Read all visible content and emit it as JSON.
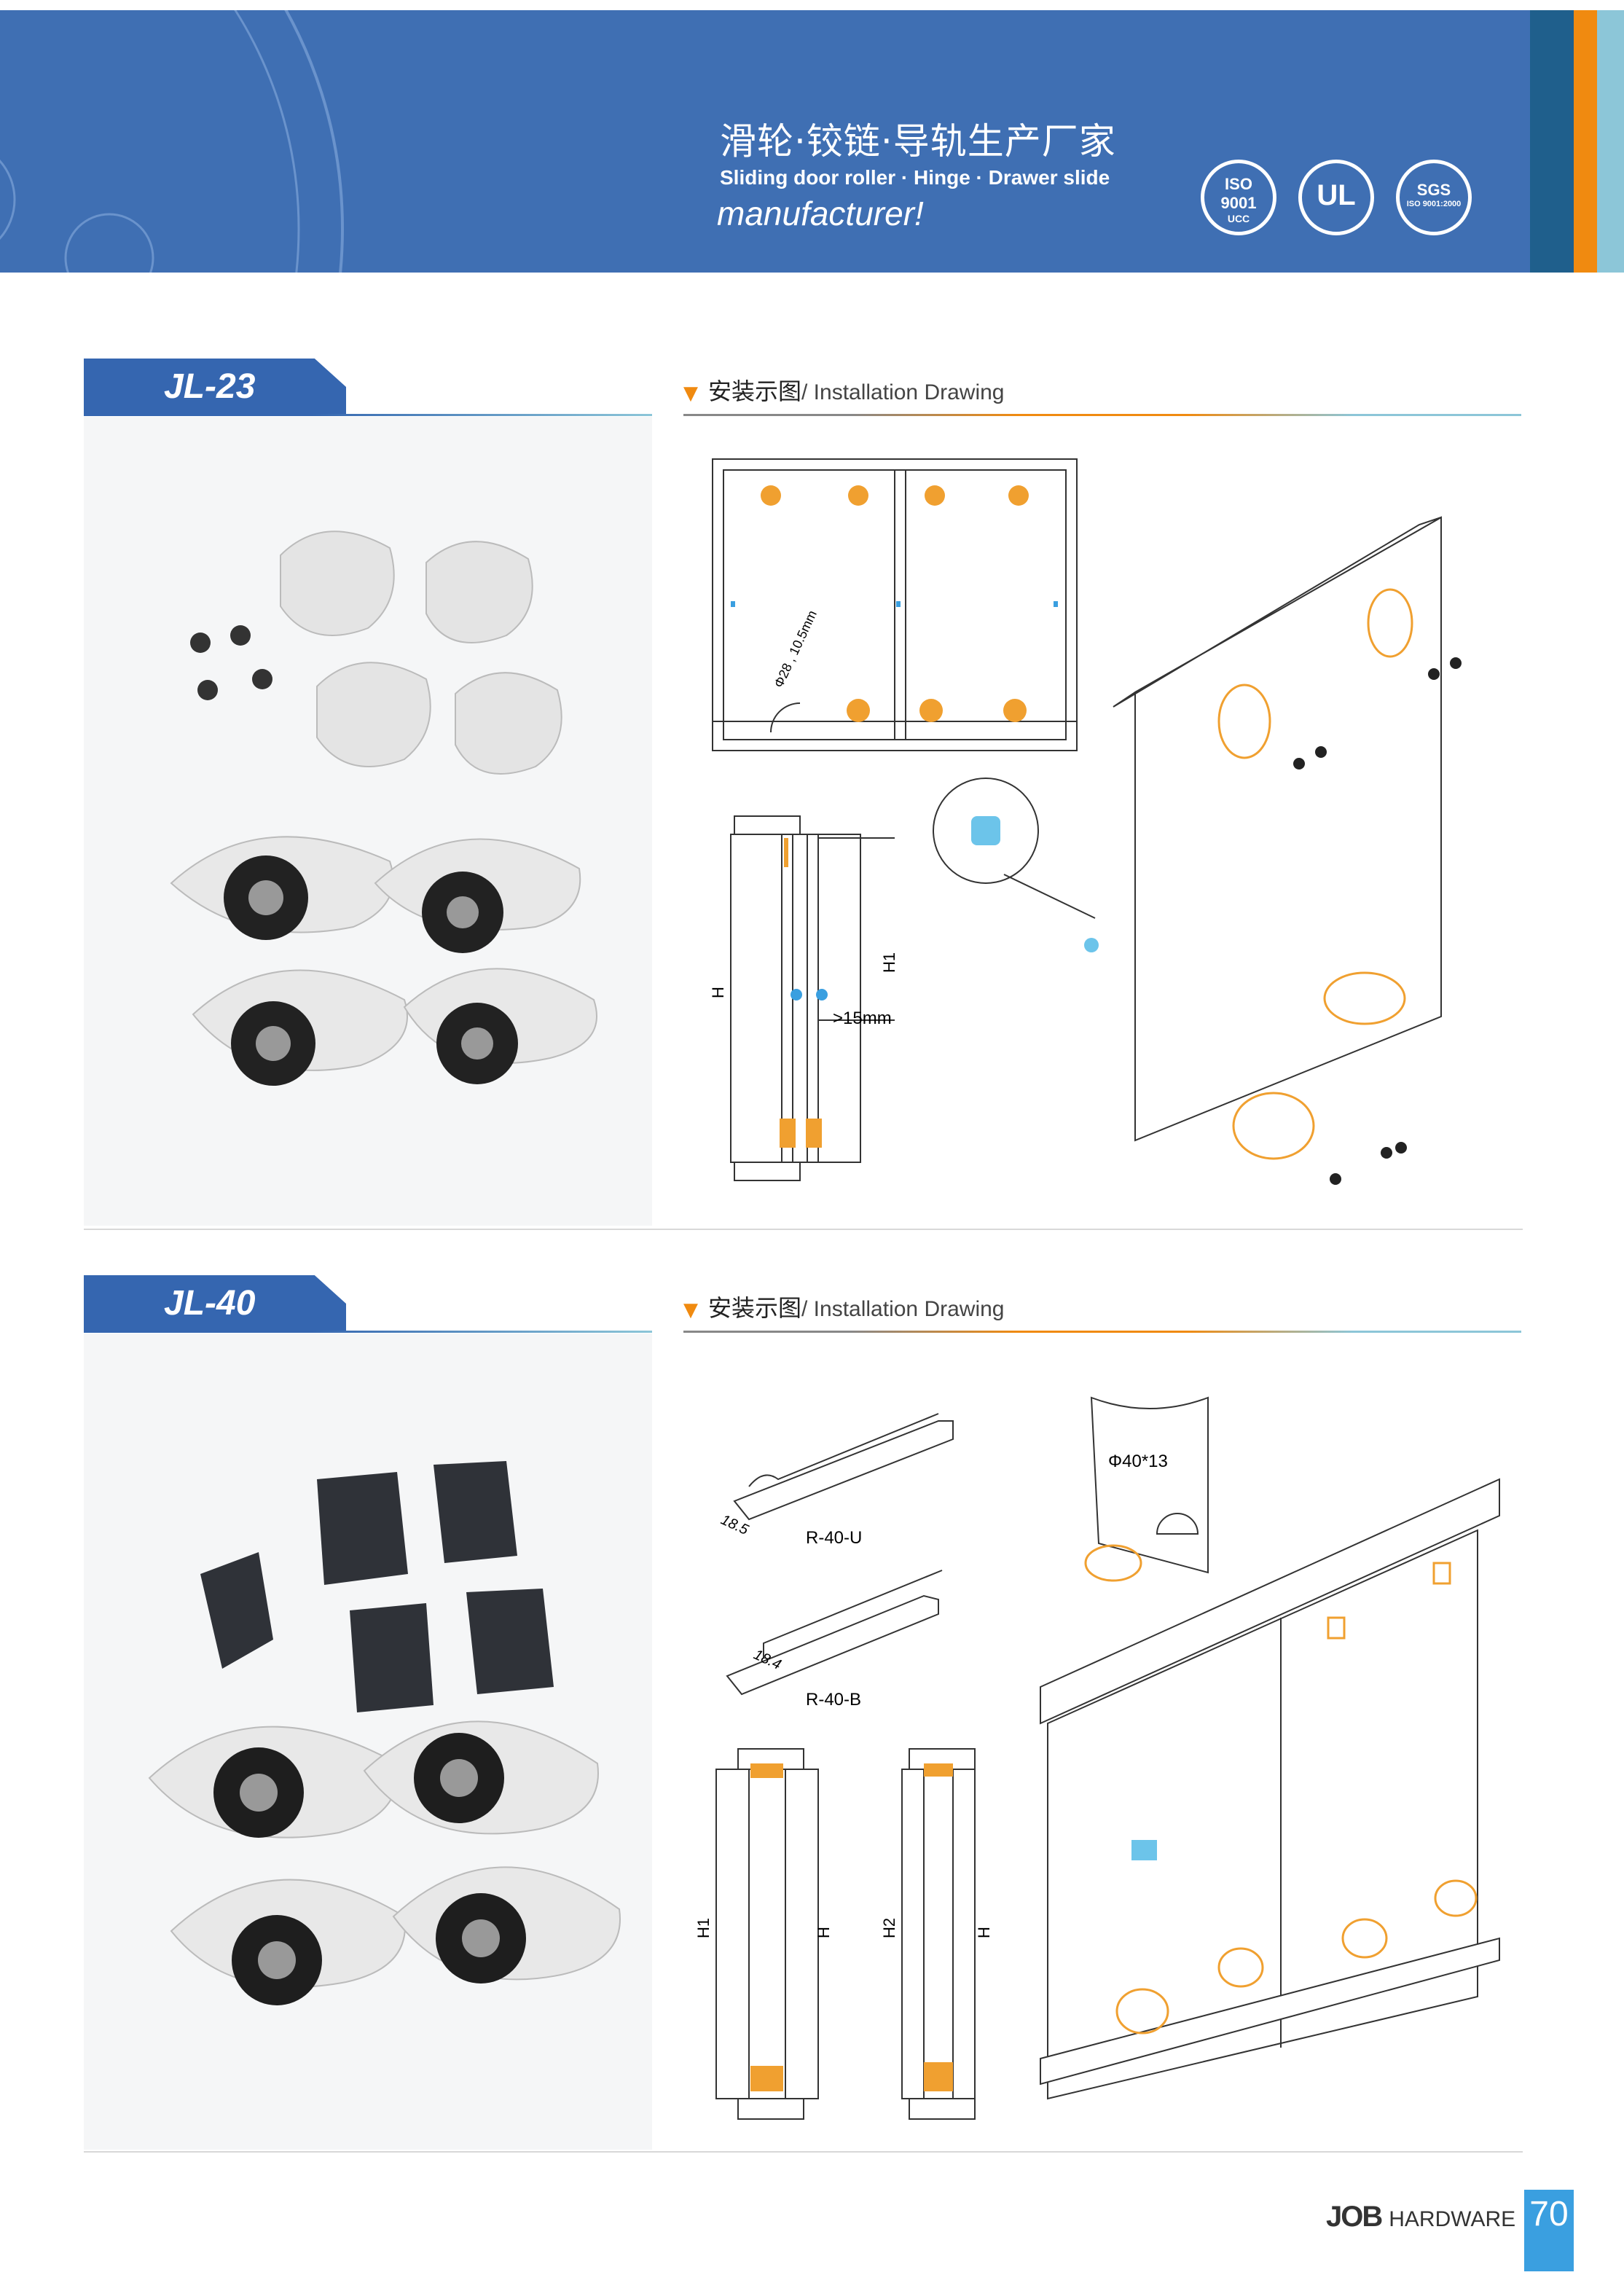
{
  "header": {
    "title_zh": "滑轮·铰链·导轨生产厂家",
    "title_en": "Sliding door roller · Hinge · Drawer slide",
    "subtitle": "manufacturer!",
    "certs": [
      {
        "name": "iso-9001-icon",
        "line1": "ISO",
        "line2": "9001",
        "line3": "UCC"
      },
      {
        "name": "ul-icon",
        "line1": "UL"
      },
      {
        "name": "sgs-icon",
        "line1": "SGS",
        "line2": "ISO 9001:2000"
      }
    ]
  },
  "sections": [
    {
      "model": "JL-23",
      "install_zh": "安装示图",
      "install_en": "/ Installation Drawing",
      "dims": {
        "hole": "Φ28 , 10.5mm",
        "h": "H",
        "h1": "H1",
        "gap": ">15mm"
      }
    },
    {
      "model": "JL-40",
      "install_zh": "安装示图",
      "install_en": "/ Installation Drawing",
      "dims": {
        "hole": "Φ40*13",
        "track_u": "R-40-U",
        "track_u_w": "18.5",
        "track_b": "R-40-B",
        "track_b_w": "18.4",
        "h": "H",
        "h1": "H1",
        "h2": "H2",
        "h_b": "H"
      }
    }
  ],
  "footer": {
    "brand": "JOB",
    "brand_suffix": "HARDWARE",
    "page": "70"
  },
  "colors": {
    "header_blue": "#3f6fb3",
    "accent_orange": "#f08a10",
    "page_badge": "#3a9fe0"
  }
}
